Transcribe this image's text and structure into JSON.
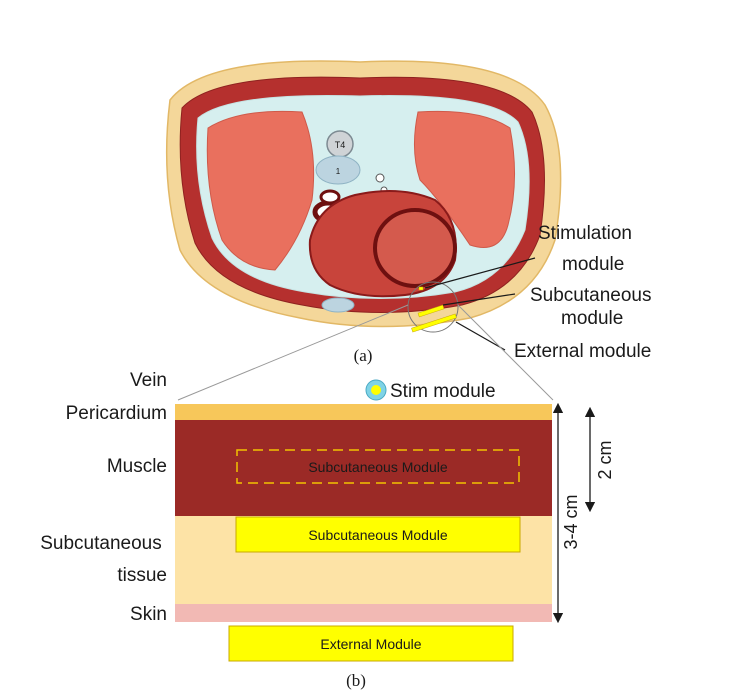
{
  "panel_a": {
    "caption": "(a)",
    "labels": {
      "stimulation": [
        "Stimulation",
        "module"
      ],
      "subcutaneous": [
        "Subcutaneous",
        "module"
      ],
      "external": "External module"
    },
    "anatomy_markers": {
      "vertebra": "T4",
      "aorta": "1"
    }
  },
  "panel_b": {
    "caption": "(b)",
    "left_labels": {
      "vein": "Vein",
      "pericardium": "Pericardium",
      "muscle": "Muscle",
      "subcutaneous": [
        "Subcutaneous",
        "tissue"
      ],
      "skin": "Skin"
    },
    "stim_module_label": "Stim module",
    "module_labels": {
      "in_muscle": "Subcutaneous Module",
      "in_tissue": "Subcutaneous Module",
      "external": "External Module"
    },
    "dimensions": {
      "depth_2": "2 cm",
      "depth_34": "3-4 cm"
    }
  },
  "colors": {
    "muscle": "#9b2a26",
    "pericardium": "#f7c75a",
    "subcutaneous_tissue": "#fde3a6",
    "skin": "#f2b9b4",
    "module_fill": "#ffff00",
    "module_stroke": "#c9a800",
    "stim_ring": "#7fd3e6",
    "lung": "#e9705e",
    "body_outline": "#f4d79a"
  }
}
